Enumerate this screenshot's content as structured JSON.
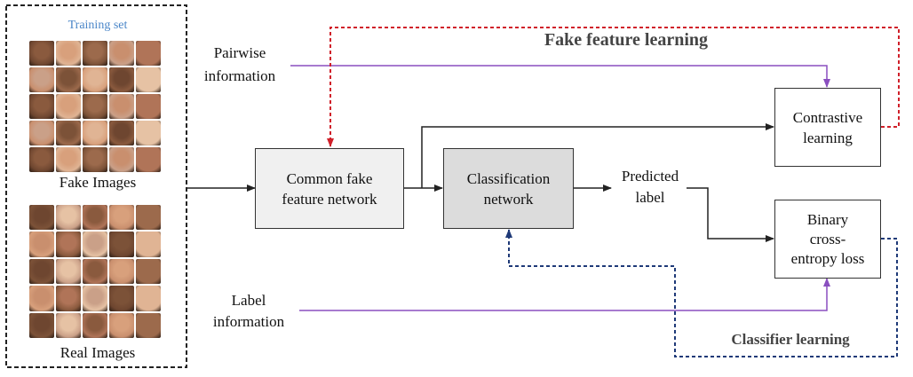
{
  "training_set": {
    "title": "Training set",
    "fake_caption": "Fake Images",
    "real_caption": "Real Images",
    "title_color": "#4a86c8"
  },
  "inputs": {
    "pairwise_line1": "Pairwise",
    "pairwise_line2": "information",
    "label_line1": "Label",
    "label_line2": "information"
  },
  "boxes": {
    "common_line1": "Common fake",
    "common_line2": "feature network",
    "classification_line1": "Classification",
    "classification_line2": "network",
    "contrastive_line1": "Contrastive",
    "contrastive_line2": "learning",
    "bce_line1": "Binary",
    "bce_line2": "cross-",
    "bce_line3": "entropy loss"
  },
  "predicted": {
    "line1": "Predicted",
    "line2": "label"
  },
  "loops": {
    "fake_feature_learning": "Fake feature learning",
    "classifier_learning": "Classifier learning"
  },
  "colors": {
    "red_loop": "#d0202a",
    "blue_loop": "#1f3a78",
    "purple_arrow": "#8a4fbf",
    "fake_title": "#444444",
    "classifier_title": "#444444",
    "classification_fill": "#dcdcdc",
    "common_fill": "#f0f0f0"
  }
}
